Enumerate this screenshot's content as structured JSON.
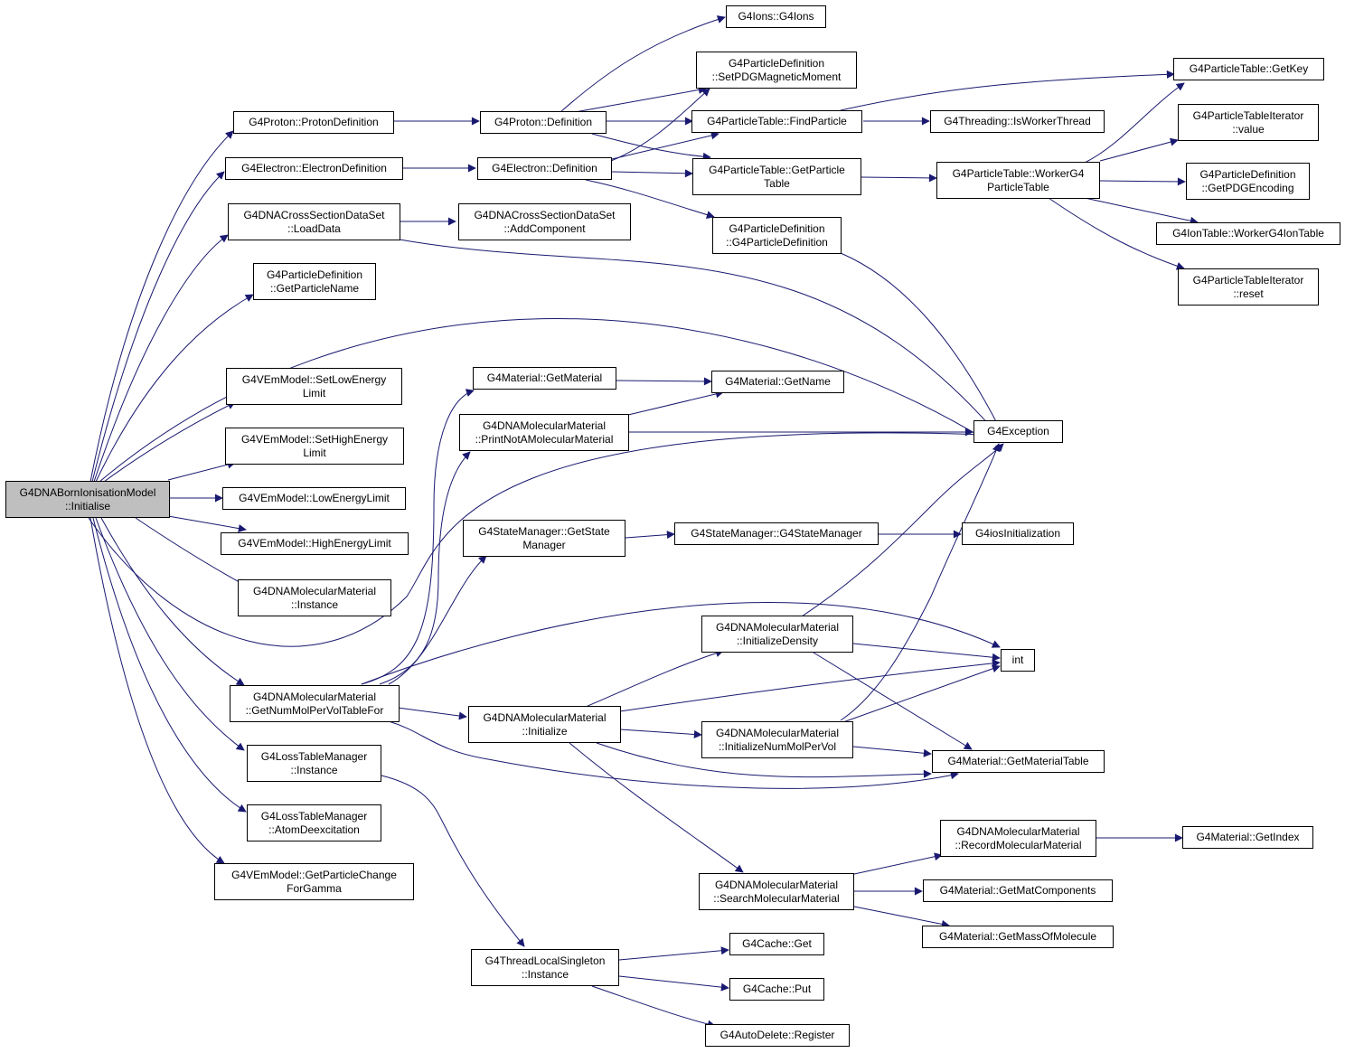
{
  "colors": {
    "edge": "#191970",
    "node_border": "#000000",
    "root_fill": "#bfbfbf",
    "node_fill": "#ffffff"
  },
  "nodes": {
    "root": {
      "lines": [
        "G4DNABornIonisationModel",
        "::Initialise"
      ]
    },
    "proton_protondef": {
      "lines": [
        "G4Proton::ProtonDefinition"
      ]
    },
    "electron_electrondef": {
      "lines": [
        "G4Electron::ElectronDefinition"
      ]
    },
    "dna_xs_loaddata": {
      "lines": [
        "G4DNACrossSectionDataSet",
        "::LoadData"
      ]
    },
    "pdef_getparticlename": {
      "lines": [
        "G4ParticleDefinition",
        "::GetParticleName"
      ]
    },
    "vem_setlow": {
      "lines": [
        "G4VEmModel::SetLowEnergy",
        "Limit"
      ]
    },
    "vem_sethigh": {
      "lines": [
        "G4VEmModel::SetHighEnergy",
        "Limit"
      ]
    },
    "vem_low": {
      "lines": [
        "G4VEmModel::LowEnergyLimit"
      ]
    },
    "vem_high": {
      "lines": [
        "G4VEmModel::HighEnergyLimit"
      ]
    },
    "dnamol_instance": {
      "lines": [
        "G4DNAMolecularMaterial",
        "::Instance"
      ]
    },
    "dnamol_getnummol": {
      "lines": [
        "G4DNAMolecularMaterial",
        "::GetNumMolPerVolTableFor"
      ]
    },
    "losstable_instance": {
      "lines": [
        "G4LossTableManager",
        "::Instance"
      ]
    },
    "losstable_atomdeex": {
      "lines": [
        "G4LossTableManager",
        "::AtomDeexcitation"
      ]
    },
    "vem_getparticlechange": {
      "lines": [
        "G4VEmModel::GetParticleChange",
        "ForGamma"
      ]
    },
    "proton_def": {
      "lines": [
        "G4Proton::Definition"
      ]
    },
    "electron_def": {
      "lines": [
        "G4Electron::Definition"
      ]
    },
    "dna_xs_addcomp": {
      "lines": [
        "G4DNACrossSectionDataSet",
        "::AddComponent"
      ]
    },
    "material_getmaterial": {
      "lines": [
        "G4Material::GetMaterial"
      ]
    },
    "dnamol_printnot": {
      "lines": [
        "G4DNAMolecularMaterial",
        "::PrintNotAMolecularMaterial"
      ]
    },
    "statemgr_getstate": {
      "lines": [
        "G4StateManager::GetState",
        "Manager"
      ]
    },
    "dnamol_initialize": {
      "lines": [
        "G4DNAMolecularMaterial",
        "::Initialize"
      ]
    },
    "tls_instance": {
      "lines": [
        "G4ThreadLocalSingleton",
        "::Instance"
      ]
    },
    "ions_g4ions": {
      "lines": [
        "G4Ions::G4Ions"
      ]
    },
    "pdef_setpdgmag": {
      "lines": [
        "G4ParticleDefinition",
        "::SetPDGMagneticMoment"
      ]
    },
    "ptable_find": {
      "lines": [
        "G4ParticleTable::FindParticle"
      ]
    },
    "ptable_getptable": {
      "lines": [
        "G4ParticleTable::GetParticle",
        "Table"
      ]
    },
    "pdef_ctor": {
      "lines": [
        "G4ParticleDefinition",
        "::G4ParticleDefinition"
      ]
    },
    "material_getname": {
      "lines": [
        "G4Material::GetName"
      ]
    },
    "statemgr_ctor": {
      "lines": [
        "G4StateManager::G4StateManager"
      ]
    },
    "dnamol_initdensity": {
      "lines": [
        "G4DNAMolecularMaterial",
        "::InitializeDensity"
      ]
    },
    "dnamol_initnummol": {
      "lines": [
        "G4DNAMolecularMaterial",
        "::InitializeNumMolPerVol"
      ]
    },
    "dnamol_search": {
      "lines": [
        "G4DNAMolecularMaterial",
        "::SearchMolecularMaterial"
      ]
    },
    "cache_get": {
      "lines": [
        "G4Cache::Get"
      ]
    },
    "cache_put": {
      "lines": [
        "G4Cache::Put"
      ]
    },
    "autodelete_register": {
      "lines": [
        "G4AutoDelete::Register"
      ]
    },
    "threading_isworker": {
      "lines": [
        "G4Threading::IsWorkerThread"
      ]
    },
    "ptable_workerg4": {
      "lines": [
        "G4ParticleTable::WorkerG4",
        "ParticleTable"
      ]
    },
    "g4exception": {
      "lines": [
        "G4Exception"
      ]
    },
    "iosinit": {
      "lines": [
        "G4iosInitialization"
      ]
    },
    "int": {
      "lines": [
        "int"
      ]
    },
    "material_gettable": {
      "lines": [
        "G4Material::GetMaterialTable"
      ]
    },
    "dnamol_record": {
      "lines": [
        "G4DNAMolecularMaterial",
        "::RecordMolecularMaterial"
      ]
    },
    "material_getmatcomp": {
      "lines": [
        "G4Material::GetMatComponents"
      ]
    },
    "material_getmass": {
      "lines": [
        "G4Material::GetMassOfMolecule"
      ]
    },
    "ptable_getkey": {
      "lines": [
        "G4ParticleTable::GetKey"
      ]
    },
    "ptiter_value": {
      "lines": [
        "G4ParticleTableIterator",
        "::value"
      ]
    },
    "pdef_getpdgenc": {
      "lines": [
        "G4ParticleDefinition",
        "::GetPDGEncoding"
      ]
    },
    "iontable_worker": {
      "lines": [
        "G4IonTable::WorkerG4IonTable"
      ]
    },
    "ptiter_reset": {
      "lines": [
        "G4ParticleTableIterator",
        "::reset"
      ]
    },
    "material_getindex": {
      "lines": [
        "G4Material::GetIndex"
      ]
    }
  }
}
